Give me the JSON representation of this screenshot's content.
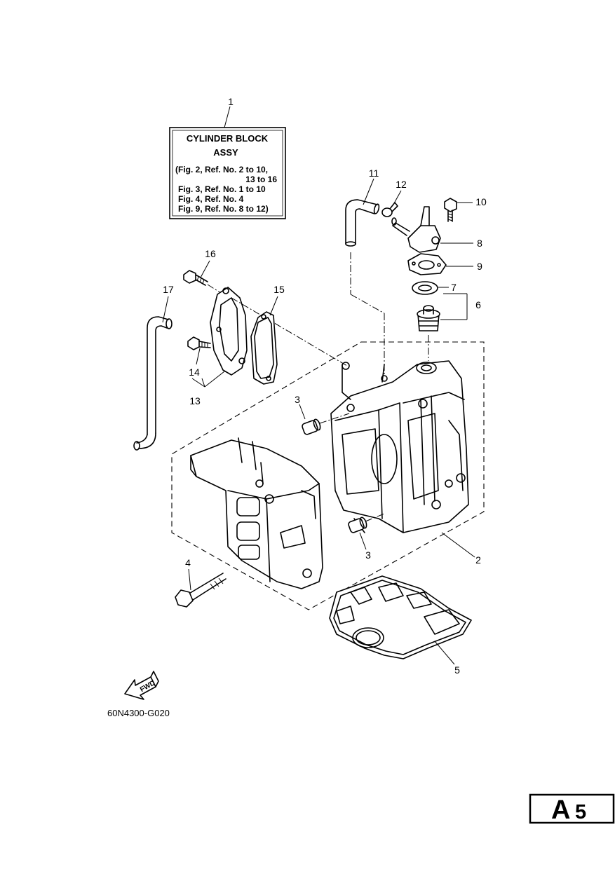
{
  "assy_box": {
    "title": "CYLINDER BLOCK",
    "subtitle": "ASSY",
    "lines": [
      "(Fig. 2, Ref. No. 2 to 10,",
      "13 to 16",
      "Fig. 3, Ref. No. 1 to 10",
      "Fig. 4, Ref. No. 4",
      "Fig. 9, Ref. No. 8 to 12)"
    ]
  },
  "callouts": {
    "c1": "1",
    "c2": "2",
    "c3a": "3",
    "c3b": "3",
    "c4": "4",
    "c5": "5",
    "c6": "6",
    "c7": "7",
    "c8": "8",
    "c9": "9",
    "c10": "10",
    "c11": "11",
    "c12": "12",
    "c13": "13",
    "c14": "14",
    "c15": "15",
    "c16": "16",
    "c17": "17"
  },
  "fwd_label": "FWD",
  "figure_code": "60N4300-G020",
  "page_tag": {
    "letter": "A",
    "number": "5"
  }
}
